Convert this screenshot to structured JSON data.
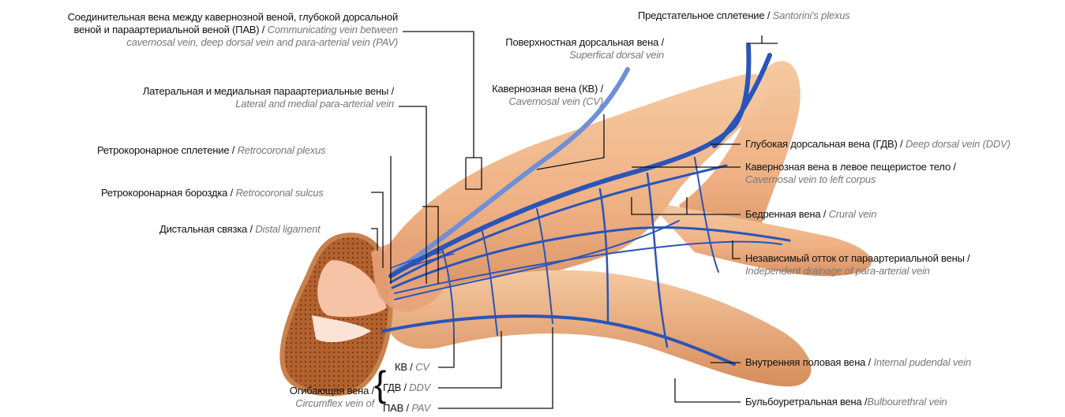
{
  "labels": {
    "communicating": {
      "ru1": "Соединительная вена между кавернозной веной, глубокой дорсальной",
      "ru2": "веной и параартериальной веной (ПАВ) /",
      "en1": "Communicating vein between",
      "en2": "cavernosal vein, deep dorsal vein and para-arterial vein (PAV)"
    },
    "para_arterial": {
      "ru": "Латеральная и медиальная параартериальные вены /",
      "en": "Lateral and medial para-arterial vein"
    },
    "retrocoronal_plexus": {
      "ru": "Ретрокоронарное сплетение /",
      "en": "Retrocoronal plexus"
    },
    "retrocoronal_sulcus": {
      "ru": "Ретрокоронарная бороздка /",
      "en": "Retrocoronal sulcus"
    },
    "distal_ligament": {
      "ru": "Дистальная связка /",
      "en": "Distal ligament"
    },
    "superficial_dorsal": {
      "ru": "Поверхностная дорсальная вена /",
      "en": "Superfical dorsal vein"
    },
    "cavernosal": {
      "ru": "Кавернозная вена (КВ) /",
      "en": "Cavernosal vein (CV)"
    },
    "santorini": {
      "ru": "Предстательное сплетение /",
      "en": "Santorini's plexus"
    },
    "deep_dorsal": {
      "ru": "Глубокая дорсальная вена (ГДВ) /",
      "en": "Deep dorsal vein (DDV)"
    },
    "cavernosal_left": {
      "ru": "Кавернозная вена в левое пещеристое тело /",
      "en": "Cavernosal vein to left corpus"
    },
    "crural": {
      "ru": "Бедренная вена /",
      "en": "Crural vein"
    },
    "independent": {
      "ru": "Независимый отток от параартериальной вены /",
      "en": "Independent drainage of para-arterial vein"
    },
    "internal_pudendal": {
      "ru": "Внутренняя половая вена /",
      "en": "Internal pudendal vein"
    },
    "bulbourethral": {
      "ru": "Бульбоуретральная вена /",
      "en": "Bulbourethral vein"
    },
    "circumflex": {
      "ru": "Огибающая вена /",
      "en": "Circumflex vein of"
    },
    "cv_short": {
      "ru": "КВ /",
      "en": "CV"
    },
    "ddv_short": {
      "ru": "ГДВ /",
      "en": "DDV"
    },
    "pav_short": {
      "ru": "ПАВ /",
      "en": "PAV"
    }
  },
  "colors": {
    "vein": "#2a55b8",
    "vein_light": "#6f8fd6",
    "shaft": "#f0b789",
    "shaft_shadow": "#d4895a",
    "glans": "#e8a27a",
    "tissue": "#a0552a",
    "leader": "#111111"
  }
}
